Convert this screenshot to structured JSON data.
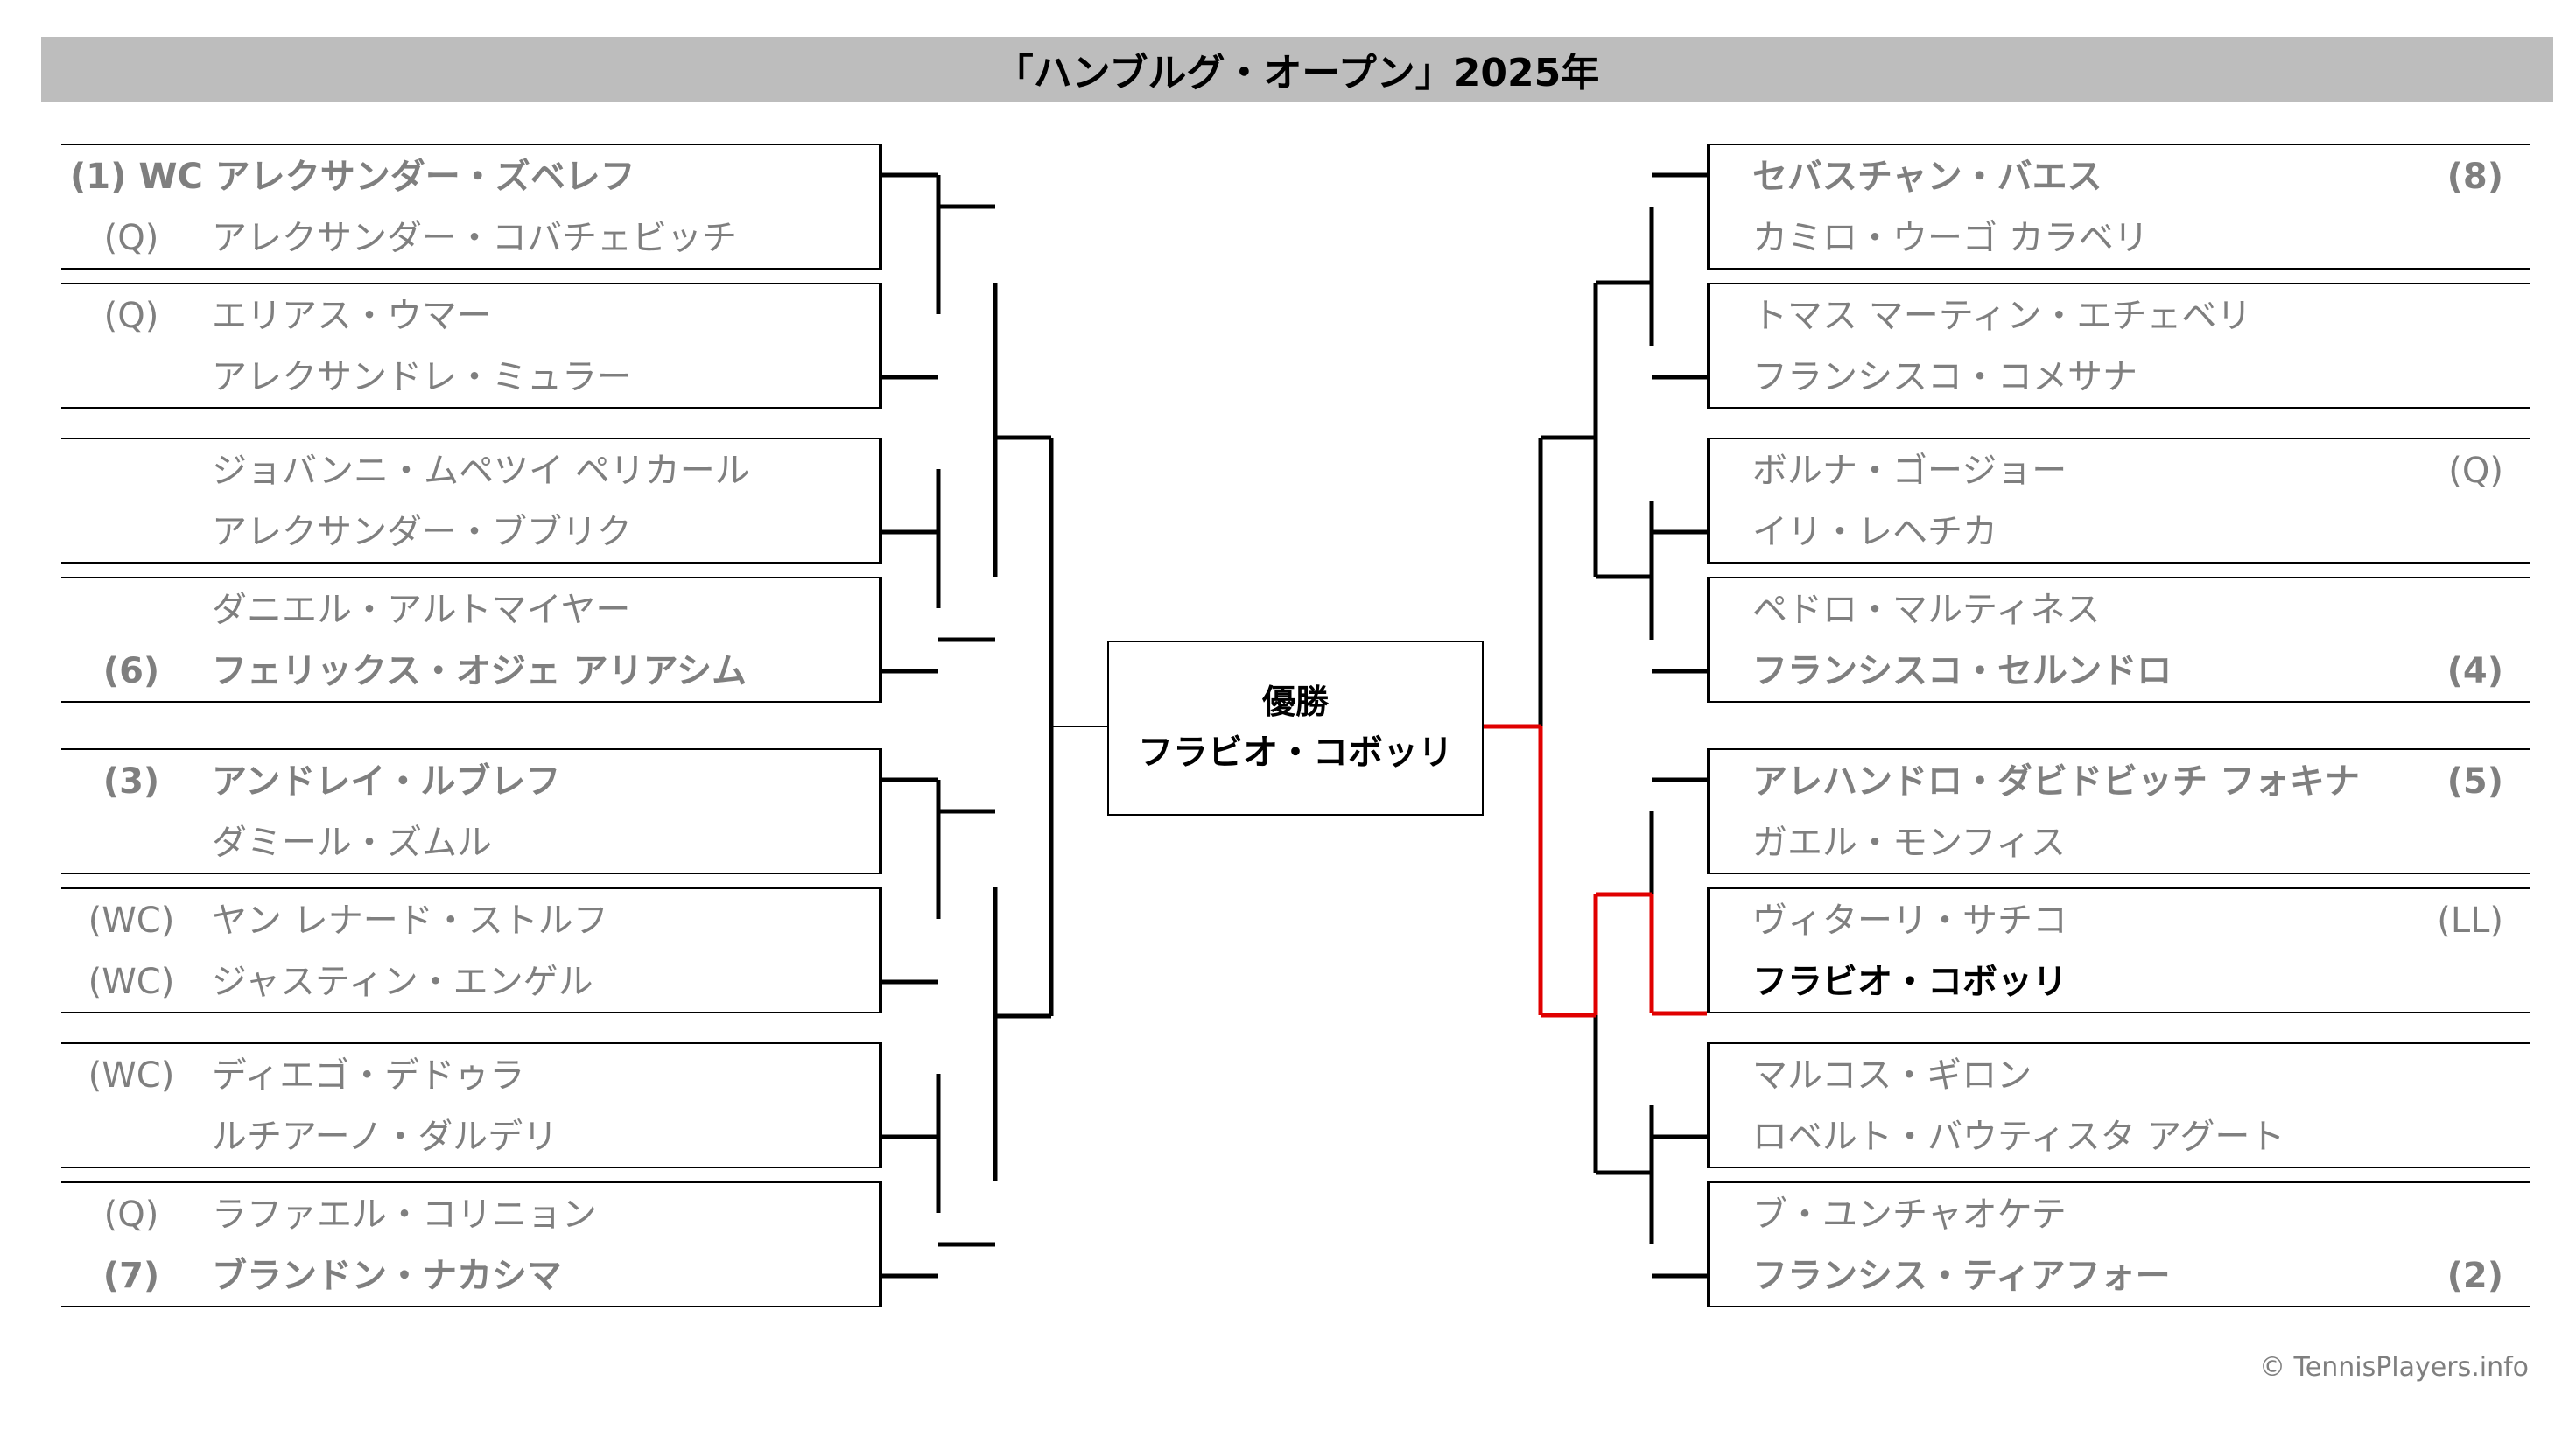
{
  "title": "「ハンブルグ・オープン」2025年",
  "champion_label": "優勝",
  "champion_name": "フラビオ・コボッリ",
  "copyright": "© TennisPlayers.info",
  "colors": {
    "title_bg": "#bdbdbd",
    "winner_path": "#e00000",
    "player_text": "#7f7f7f",
    "line": "#000000"
  },
  "left_draw": [
    {
      "top": {
        "full": "(1) WC アレクサンダー・ズベレフ",
        "won": true
      },
      "bottom": {
        "seed": "(Q)",
        "name": "アレクサンダー・コバチェビッチ"
      }
    },
    {
      "top": {
        "seed": "(Q)",
        "name": "エリアス・ウマー"
      },
      "bottom": {
        "seed": "",
        "name": "アレクサンドレ・ミュラー"
      }
    },
    {
      "top": {
        "seed": "",
        "name": "ジョバンニ・ムペツイ ペリカール"
      },
      "bottom": {
        "seed": "",
        "name": "アレクサンダー・ブブリク"
      }
    },
    {
      "top": {
        "seed": "",
        "name": "ダニエル・アルトマイヤー"
      },
      "bottom": {
        "seed": "(6)",
        "name": "フェリックス・オジェ アリアシム",
        "won": true
      }
    },
    {
      "top": {
        "seed": "(3)",
        "name": "アンドレイ・ルブレフ",
        "won": true
      },
      "bottom": {
        "seed": "",
        "name": "ダミール・ズムル"
      }
    },
    {
      "top": {
        "seed": "(WC)",
        "name": "ヤン レナード・ストルフ"
      },
      "bottom": {
        "seed": "(WC)",
        "name": "ジャスティン・エンゲル"
      }
    },
    {
      "top": {
        "seed": "(WC)",
        "name": "ディエゴ・デドゥラ"
      },
      "bottom": {
        "seed": "",
        "name": "ルチアーノ・ダルデリ"
      }
    },
    {
      "top": {
        "seed": "(Q)",
        "name": "ラファエル・コリニョン"
      },
      "bottom": {
        "seed": "(7)",
        "name": "ブランドン・ナカシマ",
        "won": true
      }
    }
  ],
  "right_draw": [
    {
      "top": {
        "seed": "(8)",
        "name": "セバスチャン・バエス",
        "won": true
      },
      "bottom": {
        "seed": "",
        "name": "カミロ・ウーゴ カラベリ"
      }
    },
    {
      "top": {
        "seed": "",
        "name": "トマス マーティン・エチェベリ"
      },
      "bottom": {
        "seed": "",
        "name": "フランシスコ・コメサナ"
      }
    },
    {
      "top": {
        "seed": "(Q)",
        "name": "ボルナ・ゴージョー"
      },
      "bottom": {
        "seed": "",
        "name": "イリ・レヘチカ"
      }
    },
    {
      "top": {
        "seed": "",
        "name": "ペドロ・マルティネス"
      },
      "bottom": {
        "seed": "(4)",
        "name": "フランシスコ・セルンドロ",
        "won": true
      }
    },
    {
      "top": {
        "seed": "(5)",
        "name": "アレハンドロ・ダビドビッチ フォキナ",
        "won": true
      },
      "bottom": {
        "seed": "",
        "name": "ガエル・モンフィス"
      }
    },
    {
      "top": {
        "seed": "(LL)",
        "name": "ヴィターリ・サチコ"
      },
      "bottom": {
        "seed": "",
        "name": "フラビオ・コボッリ",
        "champion": true
      }
    },
    {
      "top": {
        "seed": "",
        "name": "マルコス・ギロン"
      },
      "bottom": {
        "seed": "",
        "name": "ロベルト・バウティスタ アグート"
      }
    },
    {
      "top": {
        "seed": "",
        "name": "ブ・ユンチャオケテ"
      },
      "bottom": {
        "seed": "(2)",
        "name": "フランシス・ティアフォー",
        "won": true
      }
    }
  ]
}
